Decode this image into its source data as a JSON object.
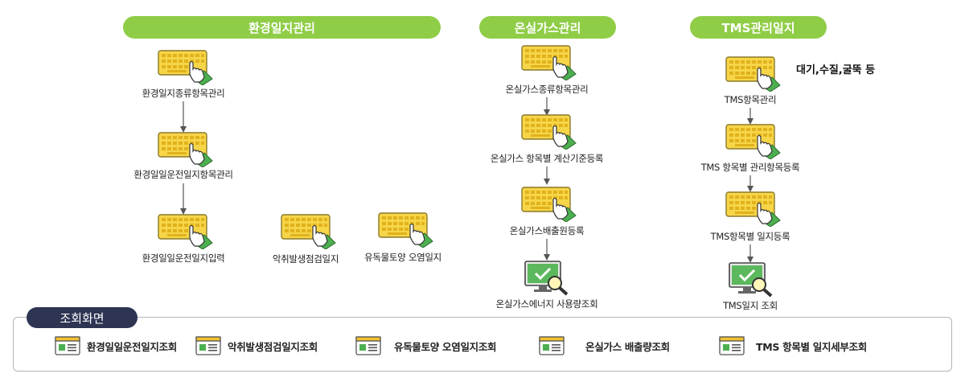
{
  "headers": {
    "env": "환경일지관리",
    "ghg": "온실가스관리",
    "tms": "TMS관리일지"
  },
  "env_nodes": {
    "n1": "환경일지종류항목관리",
    "n2": "환경일일운전일지항목관리",
    "n3": "환경일일운전일지입력",
    "n4": "악취발생점검일지",
    "n5": "유독물토양 오염일지"
  },
  "ghg_nodes": {
    "n1": "온실가스종류항목관리",
    "n2": "온실가스 항목별 계산기준등록",
    "n3": "온실가스배출원등록",
    "n4": "온실가스에너지 사용량조회"
  },
  "tms_nodes": {
    "n1": "TMS항목관리",
    "n2": "TMS 항목별 관리항목등록",
    "n3": "TMS항목별 일지등록",
    "n4": "TMS일지 조회"
  },
  "tms_note": "대기,수질,굴뚝  등",
  "view_section": {
    "title": "조회화면",
    "items": [
      "환경일일운전일지조회",
      "악취발생점검일지조회",
      "유독물토양 오염일지조회",
      "온실가스 배출량조회",
      "TMS 항목별 일지세부조회"
    ]
  },
  "colors": {
    "header_green": "#8fcd47",
    "keyboard_yellow": "#f7d548",
    "dark_pill": "#2e3553",
    "monitor_green": "#5cb85c"
  },
  "icons": [
    "keyboard-hand-icon",
    "monitor-check-icon",
    "magnifier-icon",
    "window-icon",
    "arrow-down-icon"
  ]
}
